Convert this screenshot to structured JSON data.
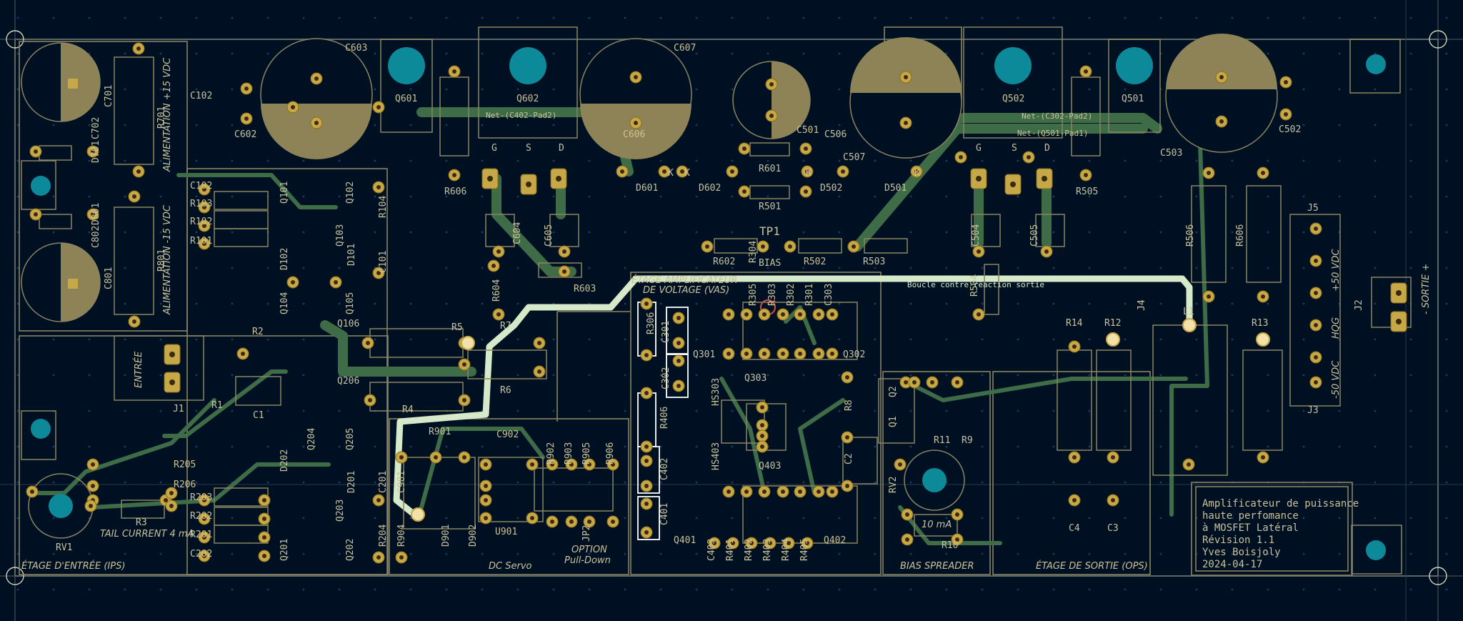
{
  "board": {
    "title_block": [
      "Amplificateur de puissance",
      "haute perfomance",
      "à MOSFET Latéral",
      "Révision 1.1",
      "Yves Boisjoly",
      "2024-04-17"
    ]
  },
  "sections": {
    "input": "ÉTAGE D'ENTRÉE (IPS)",
    "dcservo": "DC Servo",
    "vas_1": "ÉTAGE AMPLIFICATEUR",
    "vas_2": "DE VOLTAGE (VAS)",
    "bias": "BIAS SPREADER",
    "output": "ÉTAGE DE SORTIE (OPS)",
    "psu_pos": "ALIMENTATION +15 VDC",
    "psu_neg": "ALIMENTATION -15 VDC"
  },
  "labels": {
    "tp1": "TP1",
    "bias": "BIAS",
    "entree": "ENTRÉE",
    "sortie": "- SORTIE +",
    "tail_current": "TAIL CURRENT 4 mA",
    "option_1": "OPTION",
    "option_2": "Pull-Down",
    "r10_current": "10 mA",
    "v_pos": "+50 VDC",
    "hqg": "HQG",
    "v_neg": "-50 VDC"
  },
  "nets": {
    "c402": "Net-(C402-Pad2)",
    "c302": "Net-(C302-Pad2)",
    "q501": "Net-(Q501-Pad1)",
    "feedback": "Boucle contre-réaction sortie"
  },
  "refs": {
    "C603": "C603",
    "C607": "C607",
    "C602": "C602",
    "C606": "C606",
    "Q601": "Q601",
    "Q602": "Q602",
    "Q502": "Q502",
    "Q501": "Q501",
    "C501": "C501",
    "C506": "C506",
    "C502": "C502",
    "C503": "C503",
    "C507": "C507",
    "R606": "R606",
    "R601": "R601",
    "R501": "R501",
    "R505": "R505",
    "D601": "D601",
    "D602": "D602",
    "D502": "D502",
    "D501": "D501",
    "C604": "C604",
    "C605": "C605",
    "C504": "C504",
    "C505": "C505",
    "R602": "R602",
    "R502": "R502",
    "R503": "R503",
    "R603": "R603",
    "R604": "R604",
    "R7": "R7",
    "R6": "R6",
    "R5": "R5",
    "R4": "R4",
    "R2": "R2",
    "R1": "R1",
    "C1": "C1",
    "J1": "J1",
    "C701": "C701",
    "R701": "R701",
    "C702": "C702",
    "D701": "D701",
    "C801": "C801",
    "R801": "R801",
    "C802": "C802",
    "D801": "D801",
    "C102": "C102",
    "R103": "R103",
    "R102": "R102",
    "R101": "R101",
    "Q101": "Q101",
    "Q102": "Q102",
    "Q103": "Q103",
    "Q104": "Q104",
    "Q105": "Q105",
    "R104": "R104",
    "C101": "C101",
    "D101": "D101",
    "D102": "D102",
    "Q106": "Q106",
    "Q206": "Q206",
    "R205": "R205",
    "R206": "R206",
    "R203": "R203",
    "R202": "R202",
    "R201": "R201",
    "C202": "C202",
    "Q201": "Q201",
    "Q202": "Q202",
    "Q203": "Q203",
    "Q204": "Q204",
    "Q205": "Q205",
    "D201": "D201",
    "D202": "D202",
    "C201": "C201",
    "R204": "R204",
    "R3": "R3",
    "RV1": "RV1",
    "R901": "R901",
    "C902": "C902",
    "C901": "C901",
    "U901": "U901",
    "R902": "R902",
    "R903": "R903",
    "R905": "R905",
    "R906": "R906",
    "R904": "R904",
    "D901": "D901",
    "D902": "D902",
    "JP2": "JP2",
    "R306": "R306",
    "C301": "C301",
    "C302": "C302",
    "R406": "R406",
    "C402": "C402",
    "C401": "C401",
    "Q301": "Q301",
    "Q302": "Q302",
    "Q303": "Q303",
    "Q401": "Q401",
    "Q402": "Q402",
    "Q403": "Q403",
    "HS303": "HS303",
    "HS403": "HS403",
    "R305": "R305",
    "R304": "R304",
    "R303": "R303",
    "R302": "R302",
    "R301": "R301",
    "C303": "C303",
    "C403": "C403",
    "R401": "R401",
    "R402": "R402",
    "R403": "R403",
    "R404": "R404",
    "R405": "R405",
    "R8": "R8",
    "C2": "C2",
    "Q2": "Q2",
    "Q1": "Q1",
    "R11": "R11",
    "R9": "R9",
    "RV2": "RV2",
    "R10": "R10",
    "R14": "R14",
    "R12": "R12",
    "R13": "R13",
    "C4": "C4",
    "C3": "C3",
    "R506": "R506",
    "R606b": "R606",
    "R504": "R504",
    "L1": "L1",
    "J5": "J5",
    "J4": "J4",
    "J3": "J3",
    "J2": "J2",
    "G": "G",
    "S": "S",
    "D": "D",
    "K": "K"
  }
}
